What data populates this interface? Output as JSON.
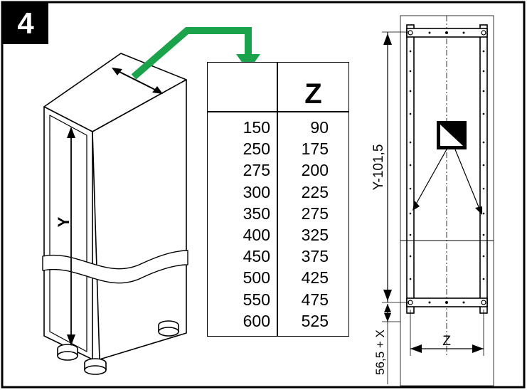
{
  "step_number": "4",
  "table": {
    "header": "Z",
    "rows": [
      {
        "y": "150",
        "z": "90"
      },
      {
        "y": "250",
        "z": "175"
      },
      {
        "y": "275",
        "z": "200"
      },
      {
        "y": "300",
        "z": "225"
      },
      {
        "y": "350",
        "z": "275"
      },
      {
        "y": "400",
        "z": "325"
      },
      {
        "y": "450",
        "z": "375"
      },
      {
        "y": "500",
        "z": "425"
      },
      {
        "y": "550",
        "z": "475"
      },
      {
        "y": "600",
        "z": "525"
      }
    ]
  },
  "labels": {
    "cabinet_height": "Y",
    "rail_length": "Y-101,5",
    "bottom_offset": "56,5 + X",
    "rail_spacing": "Z"
  },
  "colors": {
    "arrow_green": "#1aa34a",
    "line": "#000000",
    "panel_fill": "#ffffff"
  }
}
